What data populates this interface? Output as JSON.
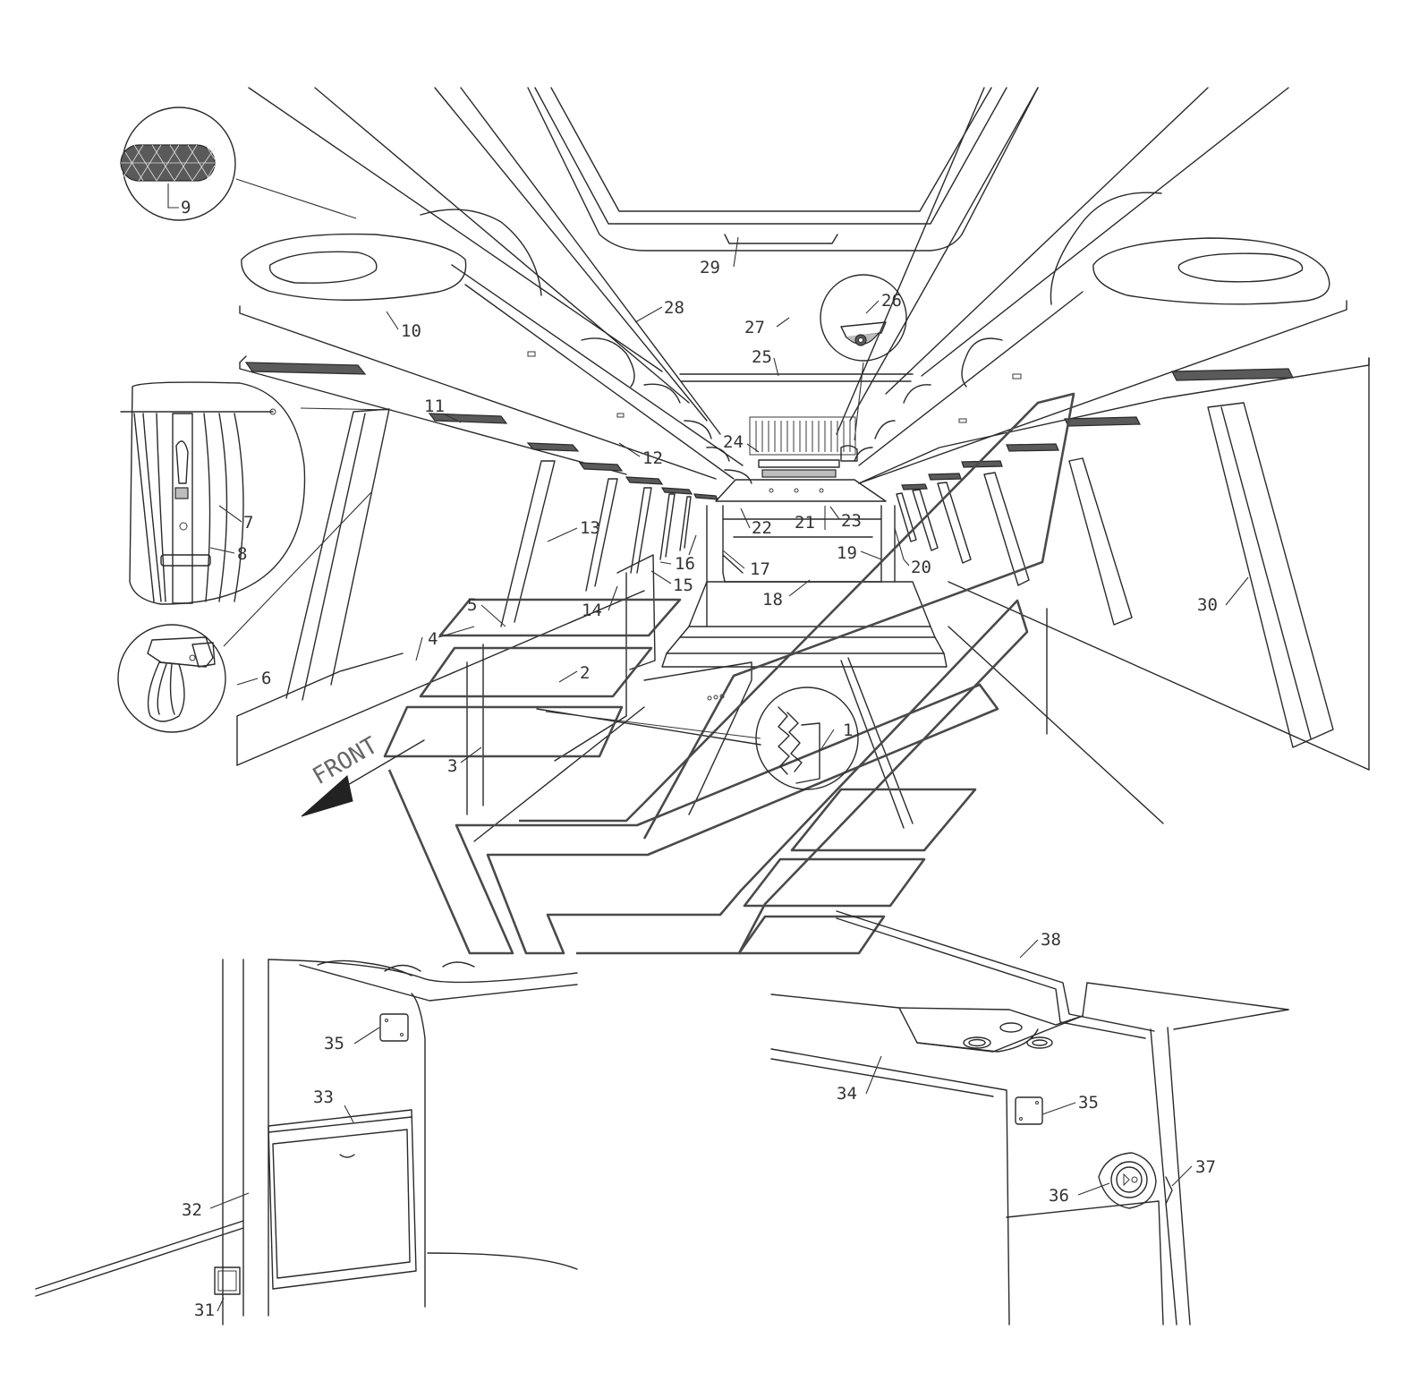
{
  "front_label": "FRONT",
  "labels": [
    {
      "id": "1",
      "text": "1"
    },
    {
      "id": "2",
      "text": "2"
    },
    {
      "id": "3",
      "text": "3"
    },
    {
      "id": "4",
      "text": "4"
    },
    {
      "id": "5",
      "text": "5"
    },
    {
      "id": "6",
      "text": "6"
    },
    {
      "id": "7",
      "text": "7"
    },
    {
      "id": "8",
      "text": "8"
    },
    {
      "id": "9",
      "text": "9"
    },
    {
      "id": "10",
      "text": "10"
    },
    {
      "id": "11",
      "text": "11"
    },
    {
      "id": "12",
      "text": "12"
    },
    {
      "id": "13",
      "text": "13"
    },
    {
      "id": "14",
      "text": "14"
    },
    {
      "id": "15",
      "text": "15"
    },
    {
      "id": "16",
      "text": "16"
    },
    {
      "id": "17",
      "text": "17"
    },
    {
      "id": "18",
      "text": "18"
    },
    {
      "id": "19",
      "text": "19"
    },
    {
      "id": "20",
      "text": "20"
    },
    {
      "id": "21",
      "text": "21"
    },
    {
      "id": "22",
      "text": "22"
    },
    {
      "id": "23",
      "text": "23"
    },
    {
      "id": "24",
      "text": "24"
    },
    {
      "id": "25",
      "text": "25"
    },
    {
      "id": "26",
      "text": "26"
    },
    {
      "id": "27",
      "text": "27"
    },
    {
      "id": "28",
      "text": "28"
    },
    {
      "id": "29",
      "text": "29"
    },
    {
      "id": "30",
      "text": "30"
    },
    {
      "id": "31",
      "text": "31"
    },
    {
      "id": "32",
      "text": "32"
    },
    {
      "id": "33",
      "text": "33"
    },
    {
      "id": "34",
      "text": "34"
    },
    {
      "id": "35a",
      "text": "35"
    },
    {
      "id": "35b",
      "text": "35"
    },
    {
      "id": "36",
      "text": "36"
    },
    {
      "id": "37",
      "text": "37"
    },
    {
      "id": "38",
      "text": "38"
    }
  ]
}
